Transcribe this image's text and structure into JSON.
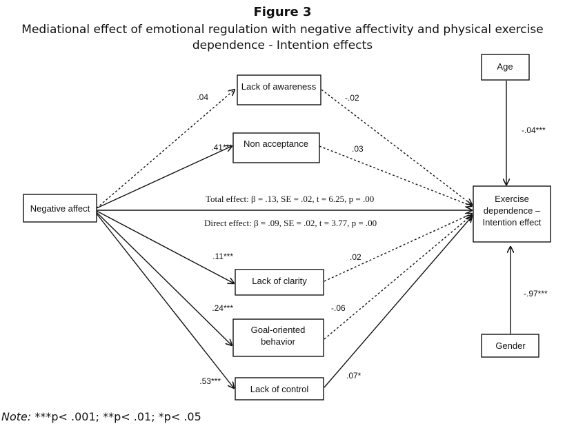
{
  "figure": {
    "label": "Figure 3",
    "caption_line1": "Mediational effect of emotional regulation with negative affectivity and physical exercise",
    "caption_line2": "dependence - Intention effects"
  },
  "nodes": {
    "negative_affect": "Negative affect",
    "lack_of_awareness": "Lack of awareness",
    "non_acceptance": "Non acceptance",
    "lack_of_clarity": "Lack of clarity",
    "goal_oriented_line1": "Goal-oriented",
    "goal_oriented_line2": "behavior",
    "lack_of_control": "Lack of control",
    "outcome_line1": "Exercise",
    "outcome_line2": "dependence –",
    "outcome_line3": "Intention effect",
    "age": "Age",
    "gender": "Gender"
  },
  "paths": {
    "a_awareness": ".04",
    "b_awareness": "-.02",
    "a_nonacceptance": ".41***",
    "b_nonacceptance": ".03",
    "a_clarity": ".11***",
    "b_clarity": ".02",
    "a_goal": ".24***",
    "b_goal": "-.06",
    "a_control": ".53***",
    "b_control": ".07*",
    "age_effect": "-.04***",
    "gender_effect": "-.97***"
  },
  "effects": {
    "total": "Total effect: β = .13, SE = .02, t = 6.25, p = .00",
    "direct": "Direct effect: β = .09, SE = .02, t = 3.77, p = .00"
  },
  "note": {
    "label": "Note:",
    "text": " ***p< .001; **p< .01; *p< .05"
  }
}
